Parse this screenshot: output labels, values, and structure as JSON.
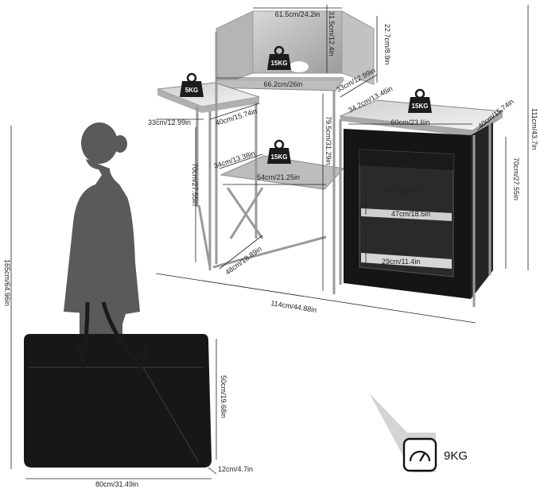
{
  "dimensions": {
    "windscreen_width": "61.5cm/24.2in",
    "windscreen_height": "31.5cm/12.4in",
    "windscreen_side_height": "22.7cm/8.9in",
    "top_shelf_width": "66.2cm/26in",
    "side_panel_depth": "33cm/12.99in",
    "right_top_depth": "34.2cm/13.46in",
    "left_table_depth": "33cm/12.99in",
    "left_table_width": "40cm/15.74in",
    "cupboard_top_width": "60cm/23.6in",
    "cupboard_top_depth": "40cm/15.74in",
    "total_height": "111cm/43.7in",
    "mid_shelf_height": "79.5cm/31.29in",
    "mid_shelf_depth": "34cm/13.38in",
    "mid_shelf_width": "54cm/21.25in",
    "left_leg_height": "70cm/27.55in",
    "right_leg_height": "70cm/27.55in",
    "cupboard_shelf_upper": "29cm/11.4in",
    "cupboard_shelf_width": "47cm/18.5in",
    "cupboard_shelf_lower": "29cm/11.4in",
    "base_depth": "48cm/18.89in",
    "total_width": "114cm/44.88in",
    "person_height": "165cm/64.96in",
    "bag_height": "50cm/19.68in",
    "bag_thickness": "12cm/4.7in",
    "bag_width": "80cm/31.49in"
  },
  "load_labels": {
    "windscreen_load": "15KG",
    "left_table_load": "5KG",
    "mid_shelf_load": "15KG",
    "cupboard_load": "15KG"
  },
  "weight": {
    "label": "9KG",
    "icon": "scale-icon"
  }
}
